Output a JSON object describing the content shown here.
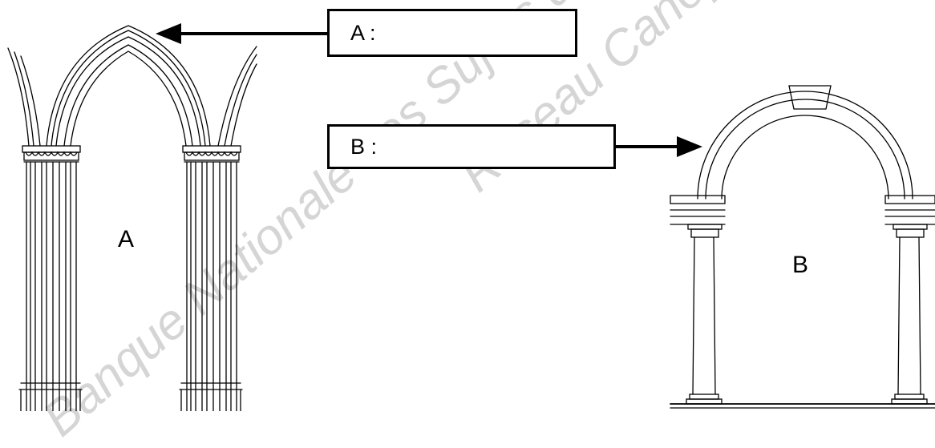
{
  "labels": {
    "box_a": "A :",
    "box_b": "B :",
    "arch_a": "A",
    "arch_b": "B"
  },
  "watermark": {
    "line1": "Banque Nationale des Sujets d'Examens",
    "line2": "Réseau Canopé"
  },
  "colors": {
    "ink": "#000000",
    "watermark": "#c8c8c8",
    "background": "#ffffff"
  }
}
